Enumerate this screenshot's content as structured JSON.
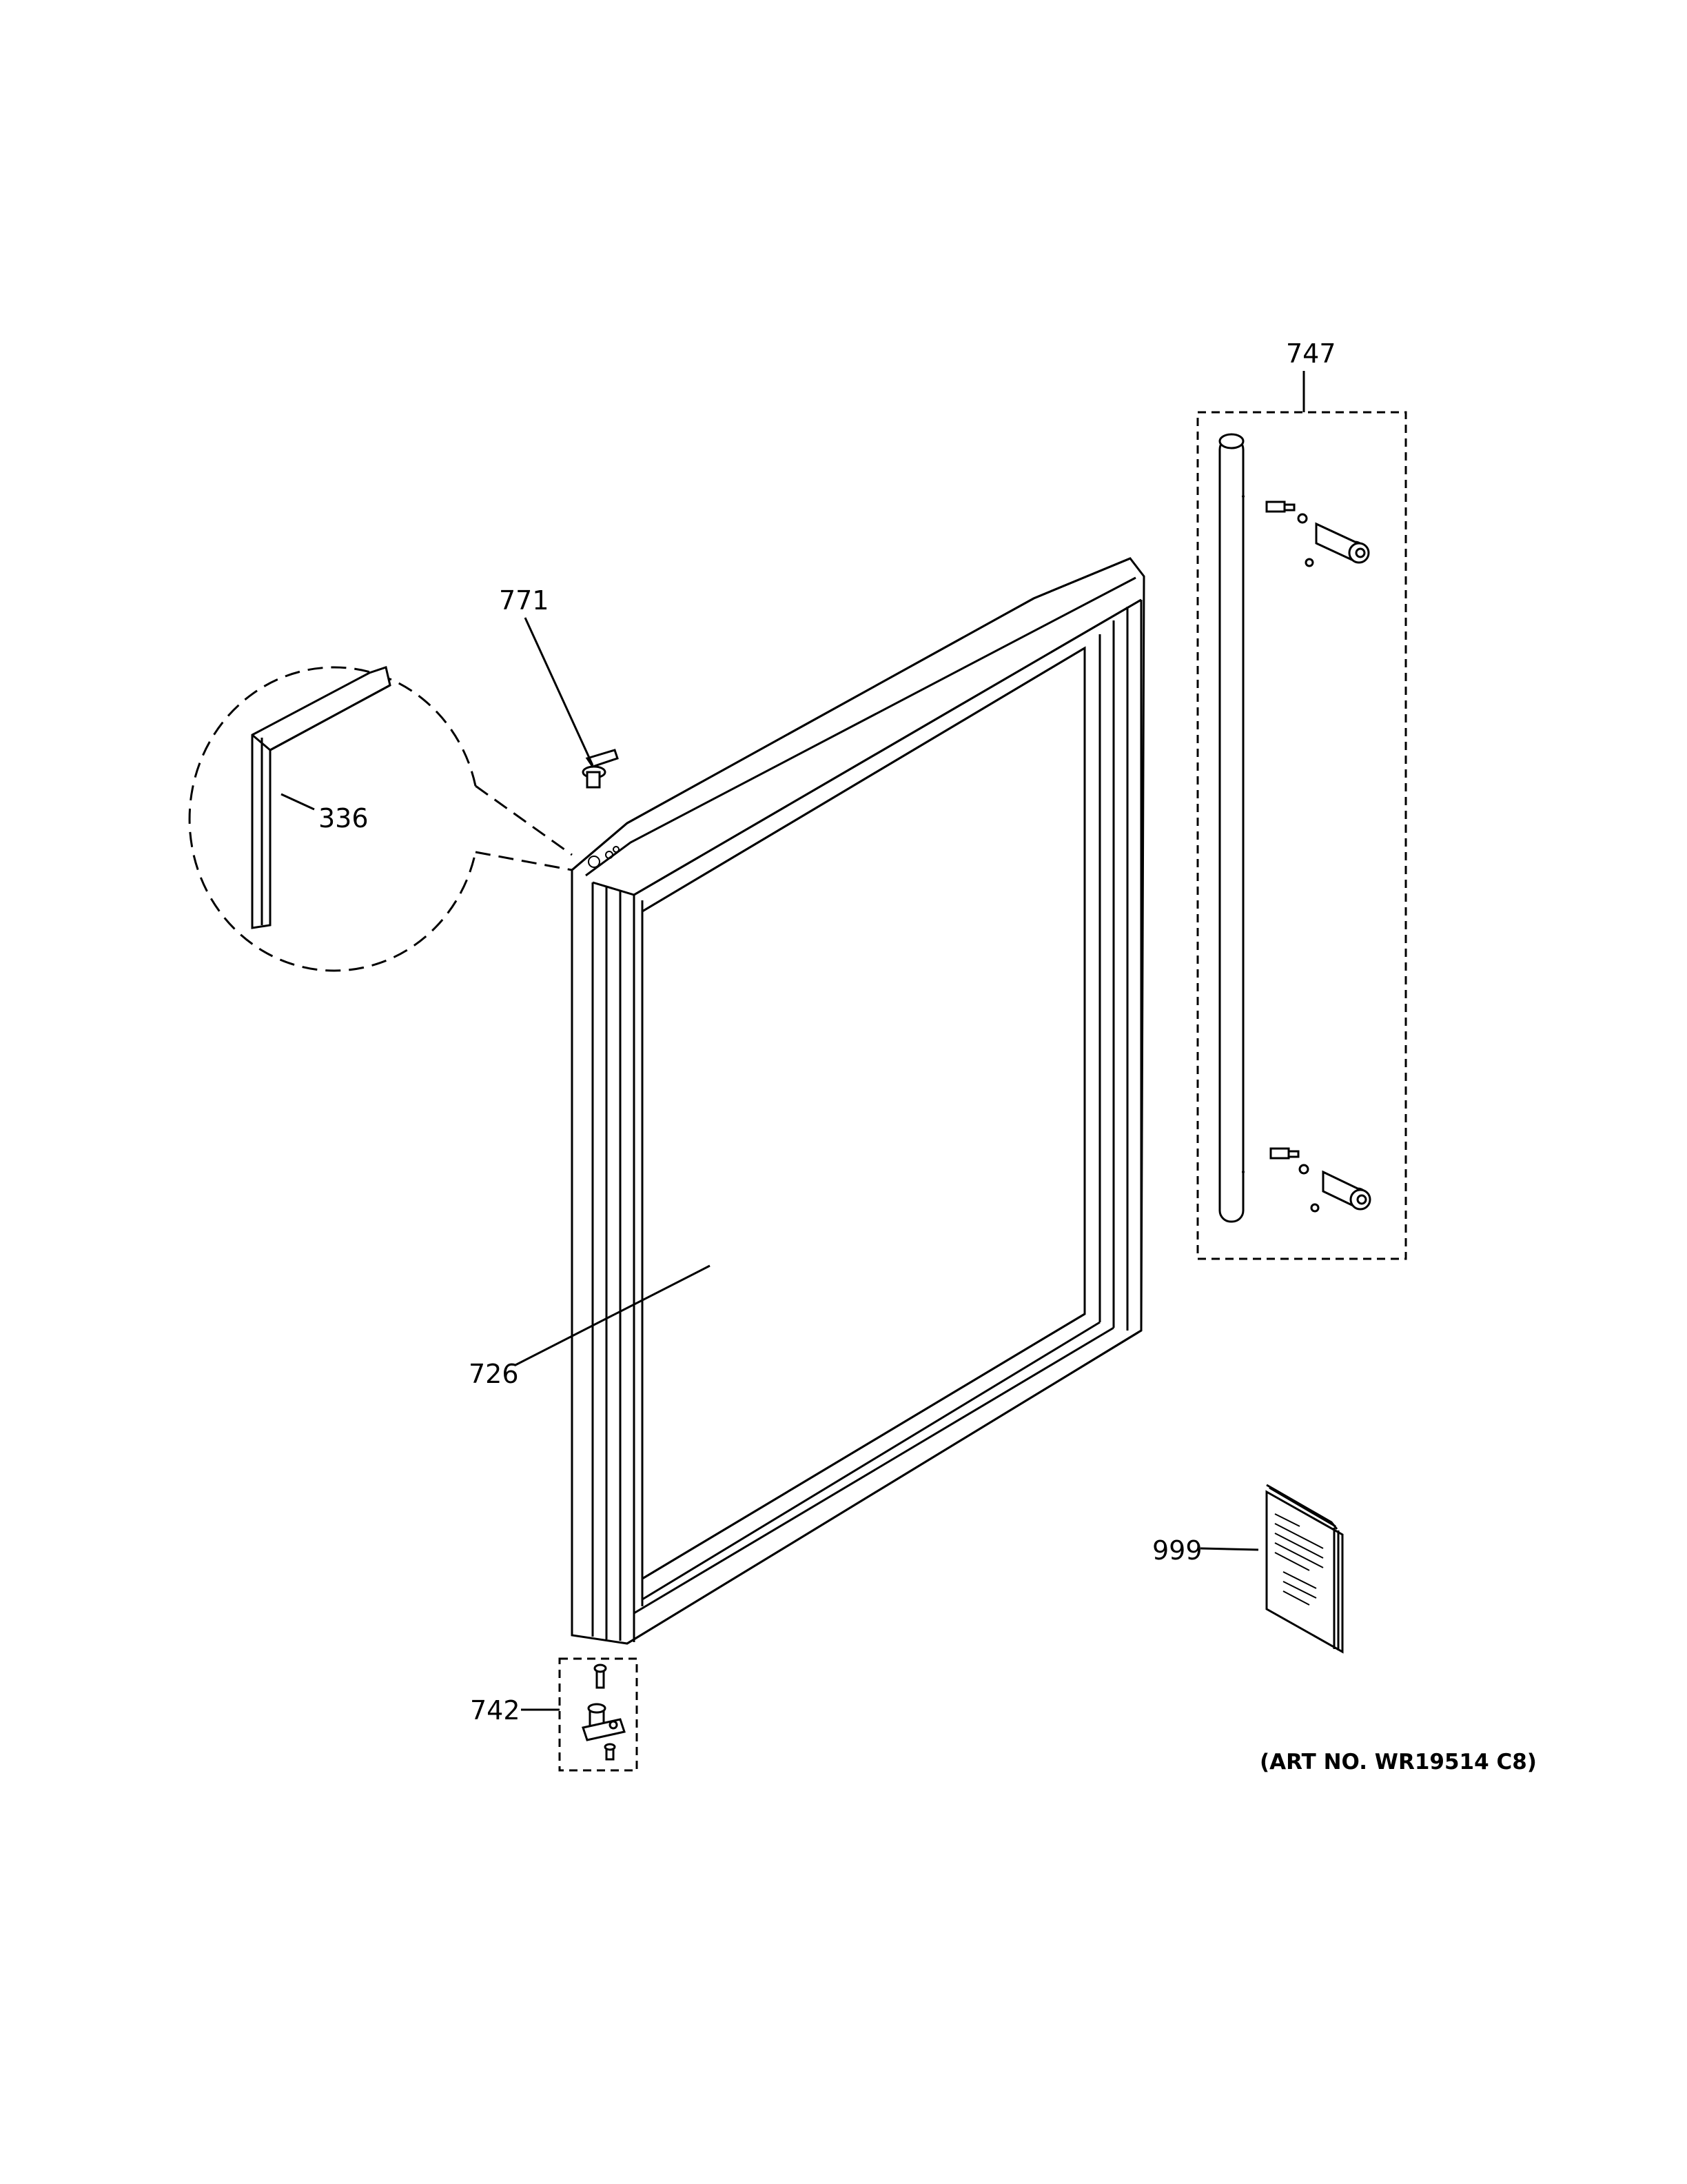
{
  "diagram": {
    "callouts": {
      "c747": "747",
      "c771": "771",
      "c336": "336",
      "c726": "726",
      "c999": "999",
      "c742": "742"
    },
    "art_number": "(ART NO. WR19514 C8)"
  }
}
